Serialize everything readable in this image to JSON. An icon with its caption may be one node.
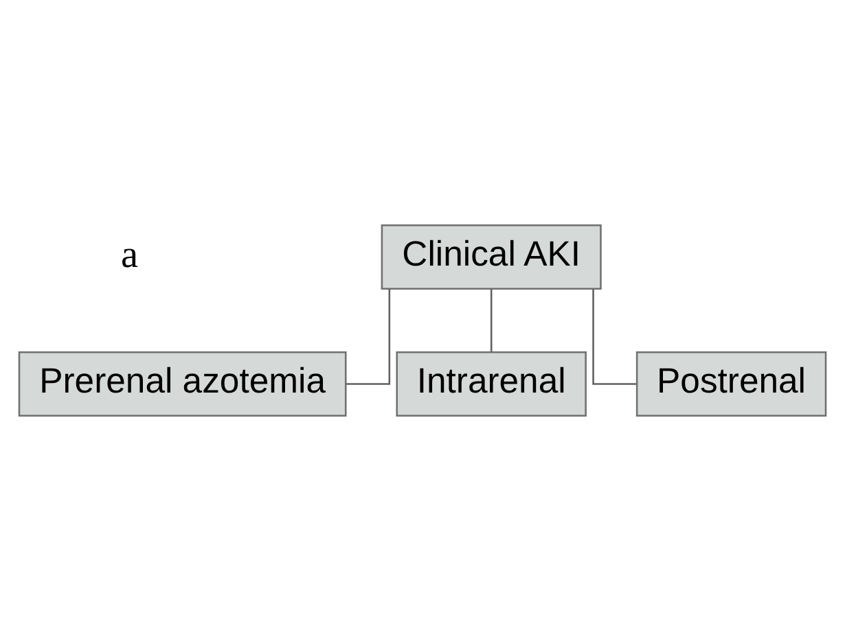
{
  "diagram": {
    "nodes": [
      {
        "text": [
          "Clinical AKI"
        ]
      },
      {
        "text": [
          "Prerenal azotemia"
        ]
      },
      {
        "text": [
          "Intrarenal"
        ]
      },
      {
        "text": [
          "Postrenal"
        ]
      }
    ],
    "edges": [
      {
        "from": 0,
        "to": 1,
        "arrow": "none"
      },
      {
        "from": 0,
        "to": 2,
        "arrow": "none"
      },
      {
        "from": 0,
        "to": 3,
        "arrow": "none"
      }
    ],
    "labels": [
      "a"
    ]
  }
}
